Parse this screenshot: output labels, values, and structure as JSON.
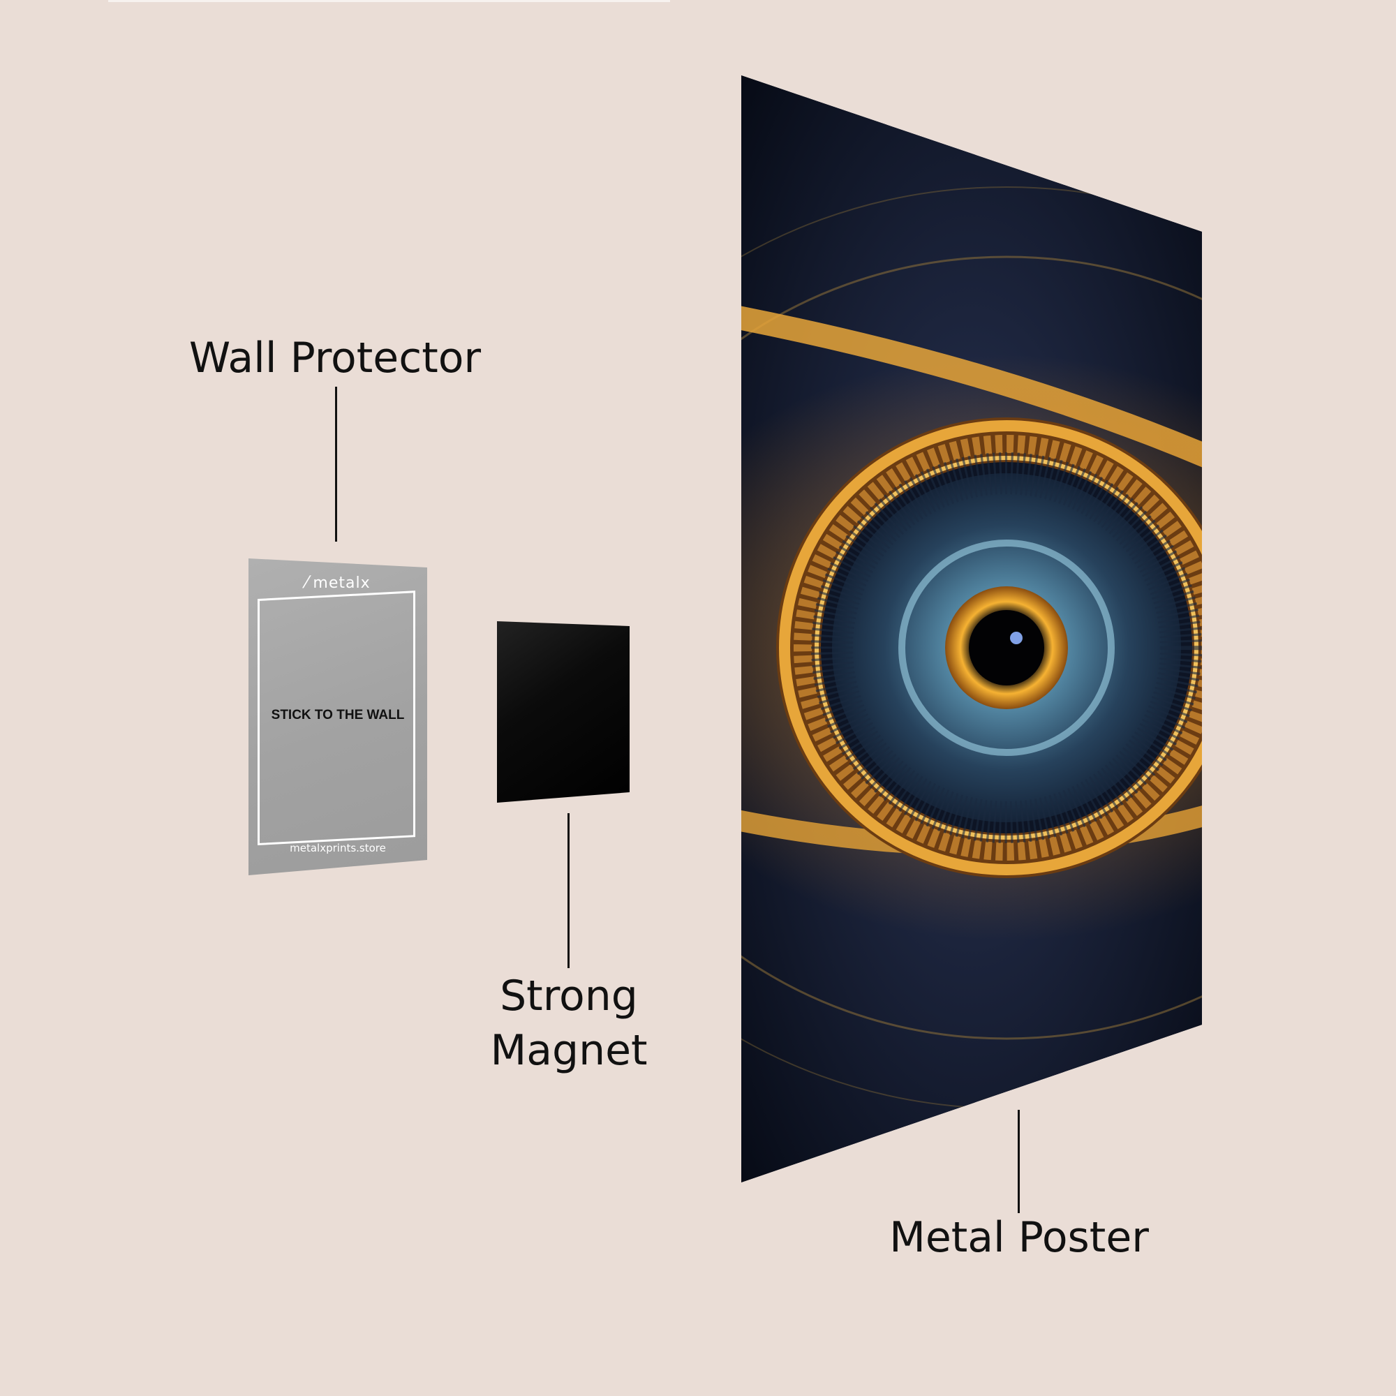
{
  "labels": {
    "wall_protector": "Wall Protector",
    "strong_magnet": "Strong\nMagnet",
    "metal_poster": "Metal Poster"
  },
  "protector": {
    "brand": "metalx",
    "instruction": "STICK TO THE WALL",
    "url": "metalxprints.store"
  },
  "colors": {
    "background": "#eaddd6",
    "protector": "#a6a6a6",
    "magnet": "#050505",
    "poster_gold": "#e8a531",
    "poster_iris": "#6fa3bf"
  },
  "icons": {
    "brand_mark": "metalx-logo-icon"
  }
}
